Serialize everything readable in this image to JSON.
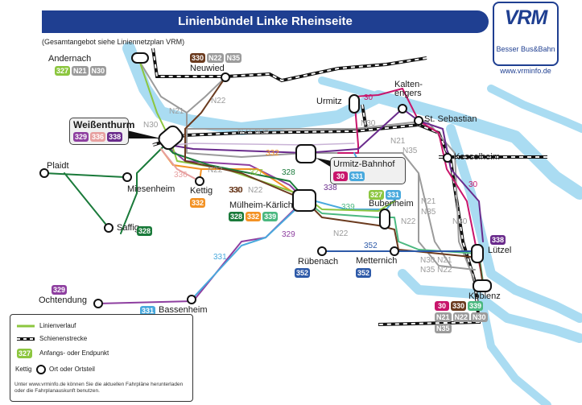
{
  "header": {
    "title": "Linienbündel Linke Rheinseite"
  },
  "subtitle": "(Gesamtangebot siehe Liniennetzplan VRM)",
  "logo": {
    "text": "VRM",
    "tagline": "Besser Bus&Bahn",
    "url": "www.vrminfo.de"
  },
  "colors": {
    "river": "#aadcf2",
    "header": "#1f3f91",
    "line_27": "#8cc63f",
    "line_328": "#1a7a3a",
    "line_329": "#8e3fa0",
    "line_330": "#6b3b1f",
    "line_331": "#49a9dd",
    "line_332": "#f39224",
    "line_336": "#e7a0a0",
    "line_338": "#6a2b8c",
    "line_339": "#4bb880",
    "line_30": "#c8156b",
    "line_352": "#2e5aa8",
    "line_night": "#9b9b9b"
  },
  "places": [
    {
      "key": "andernach",
      "name": "Andernach",
      "badges": [
        [
          "327",
          "#8cc63f"
        ],
        [
          "N21",
          "#9b9b9b"
        ],
        [
          "N30",
          "#9b9b9b"
        ]
      ]
    },
    {
      "key": "neuwied",
      "name": "Neuwied",
      "badges": [
        [
          "330",
          "#6b3b1f"
        ],
        [
          "N22",
          "#9b9b9b"
        ],
        [
          "N35",
          "#9b9b9b"
        ]
      ]
    },
    {
      "key": "kaltenengers",
      "name": "Kalten-\nengers",
      "badges": []
    },
    {
      "key": "urmitz",
      "name": "Urmitz",
      "badges": []
    },
    {
      "key": "st_sebastian",
      "name": "St. Sebastian",
      "badges": []
    },
    {
      "key": "weissenthurm",
      "name": "Weißenthurm",
      "badges": [
        [
          "329",
          "#8e3fa0"
        ],
        [
          "336",
          "#e7a0a0"
        ],
        [
          "338",
          "#6a2b8c"
        ]
      ]
    },
    {
      "key": "plaidt",
      "name": "Plaidt",
      "badges": []
    },
    {
      "key": "miesenheim",
      "name": "Miesenheim",
      "badges": []
    },
    {
      "key": "kettig",
      "name": "Kettig",
      "badges": [
        [
          "332",
          "#f39224"
        ]
      ]
    },
    {
      "key": "urmitz_bf",
      "name": "Urmitz-Bahnhof",
      "badges": [
        [
          "30",
          "#c8156b"
        ],
        [
          "331",
          "#49a9dd"
        ]
      ]
    },
    {
      "key": "kesselheim",
      "name": "Kesselheim",
      "badges": []
    },
    {
      "key": "muelheim",
      "name": "Mülheim-Kärlich",
      "badges": [
        [
          "328",
          "#1a7a3a"
        ],
        [
          "332",
          "#f39224"
        ],
        [
          "339",
          "#4bb880"
        ]
      ]
    },
    {
      "key": "bubenheim",
      "name": "Bubenheim",
      "badges": [
        [
          "327",
          "#8cc63f"
        ],
        [
          "331",
          "#49a9dd"
        ]
      ]
    },
    {
      "key": "saffig",
      "name": "Saffig",
      "badges": [
        [
          "328",
          "#1a7a3a"
        ]
      ]
    },
    {
      "key": "luetzel",
      "name": "Lützel",
      "badges": [
        [
          "338",
          "#6a2b8c"
        ]
      ]
    },
    {
      "key": "ruebenach",
      "name": "Rübenach",
      "badges": [
        [
          "352",
          "#2e5aa8"
        ]
      ]
    },
    {
      "key": "metternich",
      "name": "Metternich",
      "badges": [
        [
          "352",
          "#2e5aa8"
        ]
      ]
    },
    {
      "key": "ochtendung",
      "name": "Ochtendung",
      "badges": [
        [
          "329",
          "#8e3fa0"
        ]
      ]
    },
    {
      "key": "bassenheim",
      "name": "Bassenheim",
      "badges": [
        [
          "331",
          "#49a9dd"
        ]
      ]
    },
    {
      "key": "koblenz",
      "name": "Koblenz",
      "badges": [
        [
          "30",
          "#c8156b"
        ],
        [
          "330",
          "#6b3b1f"
        ],
        [
          "339",
          "#4bb880"
        ],
        [
          "N21",
          "#9b9b9b"
        ],
        [
          "N22",
          "#9b9b9b"
        ],
        [
          "N30",
          "#9b9b9b"
        ],
        [
          "N35",
          "#9b9b9b"
        ]
      ]
    }
  ],
  "line_labels": [
    {
      "key": "n21_a",
      "text": "N21",
      "color": "#9b9b9b"
    },
    {
      "key": "n22_a",
      "text": "N22",
      "color": "#9b9b9b"
    },
    {
      "key": "n30_a",
      "text": "N30",
      "color": "#9b9b9b"
    },
    {
      "key": "n21_n35",
      "text": "N21 N35",
      "color": "#9b9b9b"
    },
    {
      "key": "l30_top",
      "text": "30",
      "color": "#c8156b"
    },
    {
      "key": "n30_b",
      "text": "N30",
      "color": "#9b9b9b"
    },
    {
      "key": "n21_b",
      "text": "N21",
      "color": "#9b9b9b"
    },
    {
      "key": "n35_b",
      "text": "N35",
      "color": "#9b9b9b"
    },
    {
      "key": "l330_a",
      "text": "330",
      "color": "#6b3b1f"
    },
    {
      "key": "l332_a",
      "text": "332",
      "color": "#f39224"
    },
    {
      "key": "l336",
      "text": "336",
      "color": "#e7a0a0"
    },
    {
      "key": "n22_b",
      "text": "N22",
      "color": "#9b9b9b"
    },
    {
      "key": "l327",
      "text": "327",
      "color": "#8cc63f"
    },
    {
      "key": "l328",
      "text": "328",
      "color": "#1a7a3a"
    },
    {
      "key": "l338",
      "text": "338",
      "color": "#6a2b8c"
    },
    {
      "key": "l330_b",
      "text": "330",
      "color": "#6b3b1f"
    },
    {
      "key": "n22_c",
      "text": "N22",
      "color": "#9b9b9b"
    },
    {
      "key": "l339",
      "text": "339",
      "color": "#4bb880"
    },
    {
      "key": "l329",
      "text": "329",
      "color": "#8e3fa0"
    },
    {
      "key": "n22_d",
      "text": "N22",
      "color": "#9b9b9b"
    },
    {
      "key": "l352",
      "text": "352",
      "color": "#2e5aa8"
    },
    {
      "key": "l331",
      "text": "331",
      "color": "#49a9dd"
    },
    {
      "key": "n21_c",
      "text": "N21",
      "color": "#9b9b9b"
    },
    {
      "key": "n35_c",
      "text": "N35",
      "color": "#9b9b9b"
    },
    {
      "key": "n30_c",
      "text": "N30",
      "color": "#9b9b9b"
    },
    {
      "key": "l30_right",
      "text": "30",
      "color": "#c8156b"
    },
    {
      "key": "n22_e",
      "text": "N22",
      "color": "#9b9b9b"
    },
    {
      "key": "n30_n21",
      "text": "N30 N21",
      "color": "#9b9b9b"
    },
    {
      "key": "n35_n22",
      "text": "N35 N22",
      "color": "#9b9b9b"
    }
  ],
  "legend": {
    "route": "Linienverlauf",
    "rail": "Schienenstrecke",
    "terminus_badge": "327",
    "terminus": "Anfangs- oder Endpunkt",
    "place_example": "Kettig",
    "place": "Ort oder Ortsteil",
    "footnote": "Unter www.vrminfo.de können Sie die aktuellen Fahrpläne herunterladen oder die Fahrplanauskunft benutzen."
  }
}
